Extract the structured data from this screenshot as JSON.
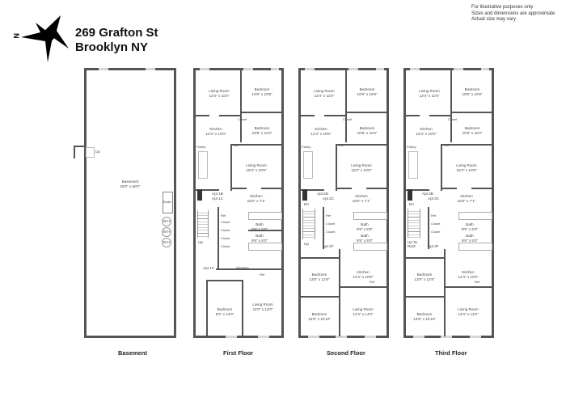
{
  "header": {
    "address_line1": "269 Grafton St",
    "address_line2": "Brooklyn NY",
    "compass_label": "N"
  },
  "disclaimer": {
    "line1": "For illustrative purposes only",
    "line2": "Sizes and dimensions are approximate",
    "line3": "Actual size may vary"
  },
  "colors": {
    "wall": "#555555",
    "window": "#d6d6d6",
    "text": "#222222"
  },
  "basement": {
    "label": "Basement",
    "room": {
      "name": "Basement",
      "size": "26'0\" x 60'0\""
    },
    "stair_label": "Up",
    "boiler_label": "Boiler",
    "water_heaters": [
      "W H",
      "W H",
      "W H"
    ]
  },
  "first_floor": {
    "label": "First Floor",
    "rooms": [
      {
        "name": "Living Room",
        "size": "12'4\" x 11'5\""
      },
      {
        "name": "Bedroom",
        "size": "10'9\" x 10'8\""
      },
      {
        "name": "Kitchen",
        "size": "12'4\" x 10'0\""
      },
      {
        "name": "Bedroom",
        "size": "10'9\" x 11'0\""
      },
      {
        "name": "Living Room",
        "size": "15'3\" x 10'9\""
      },
      {
        "name": "Kitchen",
        "size": "18'2\" x 7'1\""
      },
      {
        "name": "Bath",
        "size": "9'9\" x 5'0\""
      },
      {
        "name": "Bath",
        "size": "9'9\" x 5'0\""
      },
      {
        "name": "Kitchen",
        "size": ""
      },
      {
        "name": "Bedroom",
        "size": "9'0\" x 14'0\""
      },
      {
        "name": "Living Room",
        "size": "11'0\" x 14'0\""
      }
    ],
    "small_labels": {
      "closet": "Closet",
      "pantry": "Pantry",
      "ref": "Ref",
      "bath_small": "Bath 4'9\" x 4'9\"",
      "apt_top": "Apt 1B",
      "apt_top2": "Apt 1C",
      "apt_bottom": "Apt 1F",
      "up": "Up"
    }
  },
  "second_floor": {
    "label": "Second Floor",
    "rooms": [
      {
        "name": "Living Room",
        "size": "12'4\" x 11'5\""
      },
      {
        "name": "Bedroom",
        "size": "10'9\" x 10'8\""
      },
      {
        "name": "Kitchen",
        "size": "12'4\" x 10'0\""
      },
      {
        "name": "Bedroom",
        "size": "10'9\" x 11'0\""
      },
      {
        "name": "Living Room",
        "size": "15'3\" x 10'9\""
      },
      {
        "name": "Kitchen",
        "size": "18'2\" x 7'1\""
      },
      {
        "name": "Bath",
        "size": "9'9\" x 5'0\""
      },
      {
        "name": "Bath",
        "size": "9'9\" x 5'0\""
      },
      {
        "name": "Bedroom",
        "size": "13'8\" x 12'8\""
      },
      {
        "name": "Kitchen",
        "size": "12'4\" x 10'0\""
      },
      {
        "name": "Bedroom",
        "size": "13'8\" x 10'10\""
      },
      {
        "name": "Living Room",
        "size": "12'4\" x 14'0\""
      }
    ],
    "small_labels": {
      "closet": "Closet",
      "pantry": "Pantry",
      "ref": "Ref",
      "bath_small": "Bath 4'9\" x 4'9\"",
      "apt_top": "Apt 2B",
      "apt_top2": "Apt 2C",
      "apt_bottom": "Apt 2F",
      "dn": "Dn",
      "up": "Up"
    }
  },
  "third_floor": {
    "label": "Third Floor",
    "rooms": [
      {
        "name": "Living Room",
        "size": "12'4\" x 11'5\""
      },
      {
        "name": "Bedroom",
        "size": "10'9\" x 10'8\""
      },
      {
        "name": "Kitchen",
        "size": "12'4\" x 10'0\""
      },
      {
        "name": "Bedroom",
        "size": "10'9\" x 11'0\""
      },
      {
        "name": "Living Room",
        "size": "15'3\" x 10'9\""
      },
      {
        "name": "Kitchen",
        "size": "18'2\" x 7'1\""
      },
      {
        "name": "Bath",
        "size": "9'9\" x 5'0\""
      },
      {
        "name": "Bath",
        "size": "9'9\" x 5'0\""
      },
      {
        "name": "Bedroom",
        "size": "13'8\" x 12'8\""
      },
      {
        "name": "Kitchen",
        "size": "12'4\" x 10'0\""
      },
      {
        "name": "Bedroom",
        "size": "13'8\" x 10'10\""
      },
      {
        "name": "Living Room",
        "size": "12'4\" x 14'0\""
      }
    ],
    "small_labels": {
      "closet": "Closet",
      "pantry": "Pantry",
      "ref": "Ref",
      "bath_small": "Bath 4'9\" x 4'9\"",
      "apt_top": "Apt 3B",
      "apt_top2": "Apt 3C",
      "apt_bottom": "Apt 3F",
      "dn": "Dn",
      "up": "Up To Roof"
    }
  }
}
